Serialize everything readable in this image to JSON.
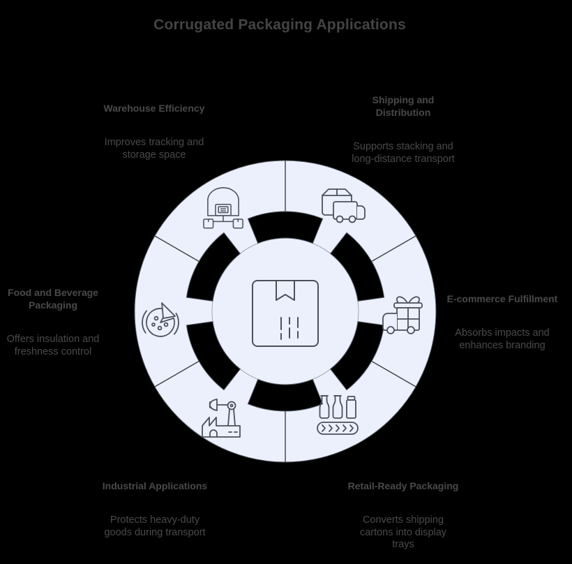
{
  "title": "Corrugated Packaging Applications",
  "colors": {
    "background": "#000000",
    "wheel_fill": "#ebf0fc",
    "icon_stroke": "#4b515c",
    "divider_line": "#3d4147",
    "ring_cut": "#000000",
    "text": "#4a4a4a",
    "title": "#444444"
  },
  "center": {
    "icon": "package-box-icon"
  },
  "segments": [
    {
      "id": "warehouse-efficiency",
      "heading": "Warehouse Efficiency",
      "description": "Improves tracking and\nstorage space",
      "icon": "warehouse-icon"
    },
    {
      "id": "shipping-and-distribution",
      "heading": "Shipping and\nDistribution",
      "description": "Supports stacking and\nlong-distance transport",
      "icon": "delivery-truck-box-icon"
    },
    {
      "id": "ecommerce-fulfillment",
      "heading": "E-commerce Fulfillment",
      "description": "Absorbs impacts and\nenhances branding",
      "icon": "gift-truck-icon"
    },
    {
      "id": "food-and-beverage-packaging",
      "heading": "Food and Beverage\nPackaging",
      "description": "Offers insulation and\nfreshness control",
      "icon": "pizza-icon"
    },
    {
      "id": "industrial-applications",
      "heading": "Industrial Applications",
      "description": "Protects heavy-duty\ngoods during transport",
      "icon": "factory-robot-arm-icon"
    },
    {
      "id": "retail-ready-packaging",
      "heading": "Retail-Ready Packaging",
      "description": "Converts shipping\ncartons into display\ntrays",
      "icon": "bottles-conveyor-icon"
    }
  ]
}
